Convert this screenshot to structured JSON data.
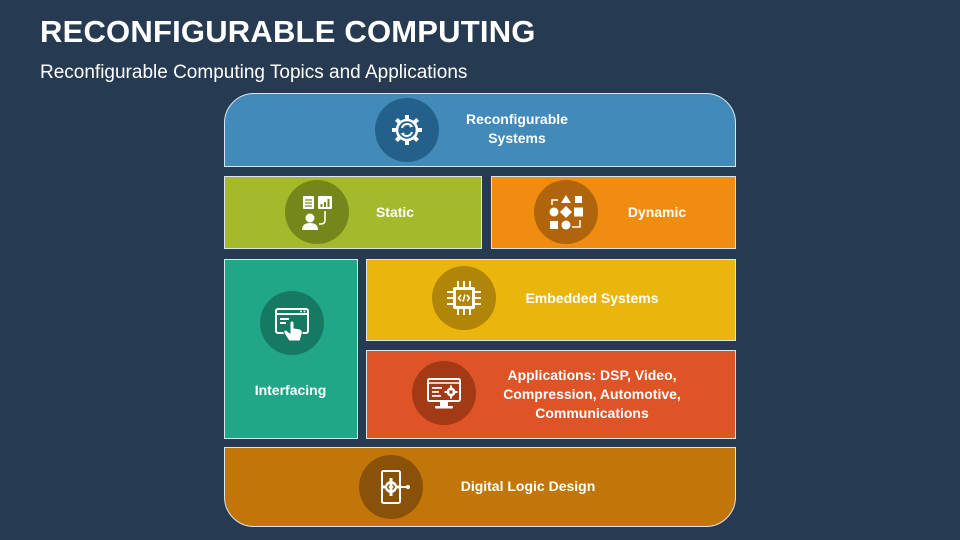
{
  "slide": {
    "title": "RECONFIGURABLE COMPUTING",
    "subtitle": "Reconfigurable Computing Topics and Applications"
  },
  "blocks": {
    "reconfigurable_systems": {
      "label": "Reconfigurable Systems",
      "color": "#418ab9",
      "circle": "#24618a",
      "icon": "gear-cycle-icon"
    },
    "static": {
      "label": "Static",
      "color": "#a5b92c",
      "circle": "#75871a",
      "icon": "report-analyst-icon"
    },
    "dynamic": {
      "label": "Dynamic",
      "color": "#f08c10",
      "circle": "#b0640c",
      "icon": "flowchart-icon"
    },
    "interfacing": {
      "label": "Interfacing",
      "color": "#22a688",
      "circle": "#167a63",
      "icon": "touch-screen-icon"
    },
    "embedded_systems": {
      "label": "Embedded Systems",
      "color": "#eab60e",
      "circle": "#b08508",
      "icon": "chip-icon"
    },
    "applications": {
      "label": "Applications: DSP, Video, Compression, Automotive, Communications",
      "color": "#de5426",
      "circle": "#a43a15",
      "icon": "monitor-settings-icon"
    },
    "digital_logic": {
      "label": "Digital Logic Design",
      "color": "#c27508",
      "circle": "#8a5208",
      "icon": "logic-gear-icon"
    }
  }
}
